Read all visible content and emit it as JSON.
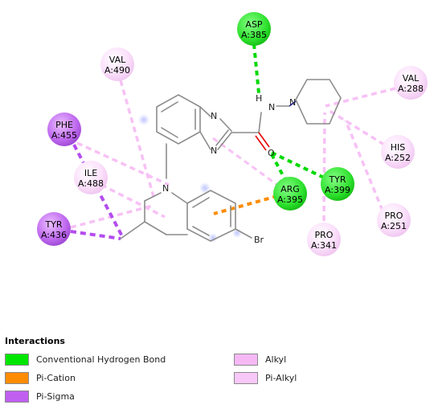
{
  "ligand": {
    "atoms": {
      "n_imidazole_top": "N",
      "n_imidazole_bottom": "N",
      "n_quinoline": "N",
      "carbonyl_o": "O",
      "amide_h": "H",
      "amide_n": "N",
      "piperidine_n": "N",
      "bromine": "Br"
    }
  },
  "residues": {
    "asp385": {
      "name": "ASP",
      "chain": "A:385",
      "type": "Conventional Hydrogen Bond"
    },
    "val490": {
      "name": "VAL",
      "chain": "A:490",
      "type": "Pi-Alkyl"
    },
    "val288": {
      "name": "VAL",
      "chain": "A:288",
      "type": "Pi-Alkyl"
    },
    "phe455": {
      "name": "PHE",
      "chain": "A:455",
      "type": "Pi-Sigma"
    },
    "ile488": {
      "name": "ILE",
      "chain": "A:488",
      "type": "Pi-Alkyl"
    },
    "his252": {
      "name": "HIS",
      "chain": "A:252",
      "type": "Pi-Alkyl"
    },
    "tyr399": {
      "name": "TYR",
      "chain": "A:399",
      "type": "Conventional Hydrogen Bond"
    },
    "arg395": {
      "name": "ARG",
      "chain": "A:395",
      "type": "Conventional Hydrogen Bond"
    },
    "tyr436": {
      "name": "TYR",
      "chain": "A:436",
      "type": "Pi-Sigma"
    },
    "pro251": {
      "name": "PRO",
      "chain": "A:251",
      "type": "Pi-Alkyl"
    },
    "pro341": {
      "name": "PRO",
      "chain": "A:341",
      "type": "Pi-Alkyl"
    }
  },
  "legend": {
    "title": "Interactions",
    "items": [
      {
        "label": "Conventional Hydrogen Bond",
        "color": "#00e600"
      },
      {
        "label": "Pi-Cation",
        "color": "#ff8c00"
      },
      {
        "label": "Pi-Sigma",
        "color": "#c05ff0"
      },
      {
        "label": "Alkyl",
        "color": "#f5b8f5"
      },
      {
        "label": "Pi-Alkyl",
        "color": "#f8c8f8"
      }
    ]
  },
  "colors": {
    "hbond": "#00d900",
    "pi_cation": "#ff8c00",
    "pi_sigma": "#b44cf0",
    "pi_alkyl": "#f7c1f5",
    "bond": "#8c8c8c",
    "carbonyl": "#e60000",
    "piperidine_n_bond": "#2222aa"
  }
}
